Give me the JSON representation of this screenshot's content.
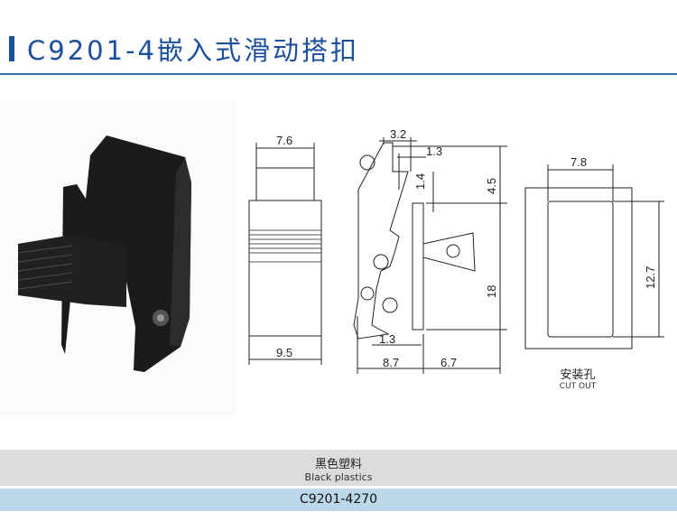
{
  "header": {
    "title": "C9201-4嵌入式滑动搭扣"
  },
  "drawing": {
    "front": {
      "top_width": "7.6",
      "bottom_width": "9.5"
    },
    "side": {
      "d1": "3.2",
      "d2": "1.3",
      "d3": "1.4",
      "d4": "4.5",
      "d5": "18",
      "d6": "1.3",
      "d7": "8.7",
      "d8": "6.7"
    },
    "cutout": {
      "width": "7.8",
      "height": "12.7",
      "label_cn": "安装孔",
      "label_en": "CUT OUT"
    }
  },
  "table": {
    "material_cn": "黑色塑料",
    "material_en": "Black plastics",
    "part_number": "C9201-4270"
  },
  "colors": {
    "brand": "#1b4f9c",
    "material_row": "#dcdcdc",
    "code_row": "#bcd7ea"
  }
}
